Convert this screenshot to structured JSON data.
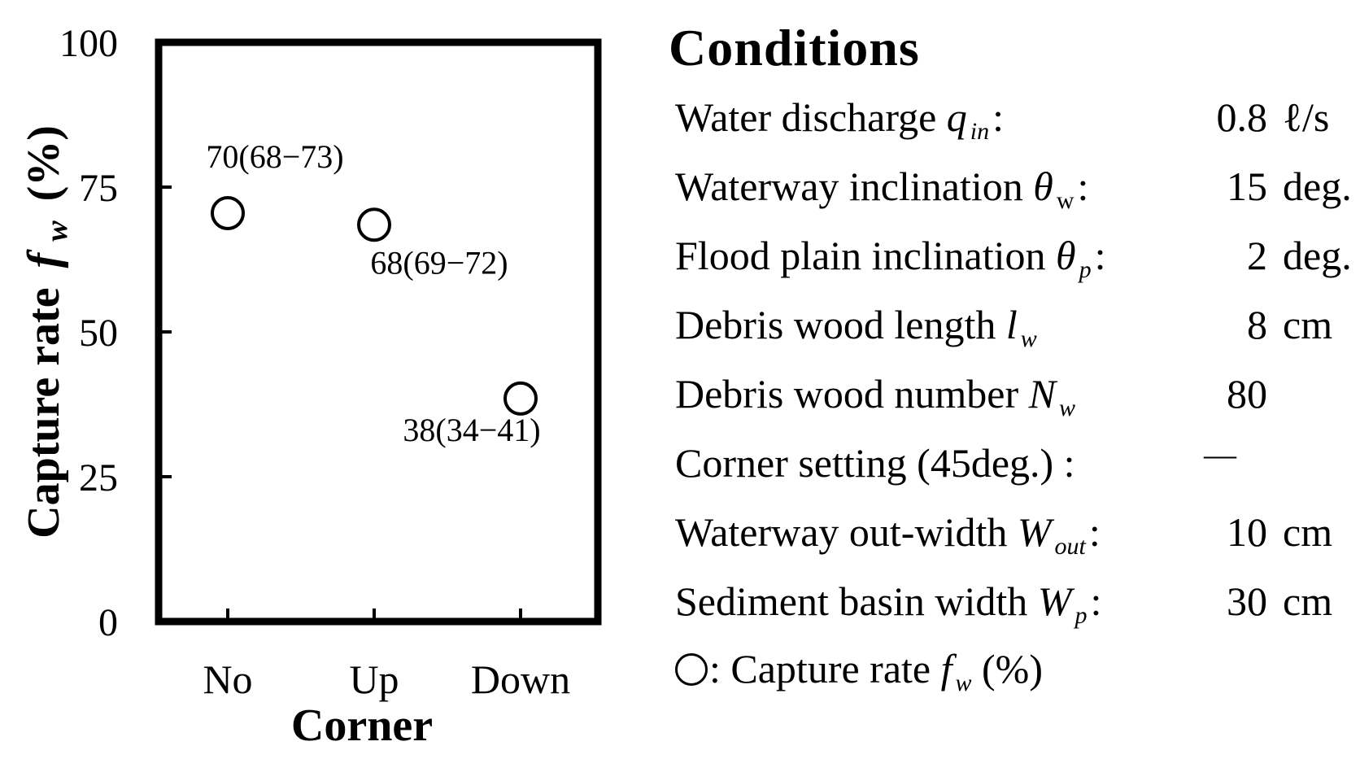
{
  "chart_data": {
    "type": "scatter",
    "categories": [
      "No",
      "Up",
      "Down"
    ],
    "series": [
      {
        "marker": "open-circle",
        "values": [
          70.5,
          68.5,
          38.5
        ]
      }
    ],
    "data_labels": [
      "70(68−73)",
      "68(69−72)",
      "38(34−41)"
    ],
    "xlabel": "Corner",
    "ylabel_main": "Capture rate",
    "ylabel_symbol": "f",
    "ylabel_subscript": "w",
    "ylabel_unit": "(%)",
    "ylim": [
      0,
      100
    ],
    "yticks": [
      0,
      25,
      50,
      75,
      100
    ],
    "grid": false
  },
  "conditions": {
    "title": "Conditions",
    "rows": [
      {
        "label": "Water discharge ",
        "symbol": "q",
        "sub": "in",
        "colon": ":",
        "value": "0.8",
        "unit": "ℓ/s"
      },
      {
        "label": "Waterway inclination ",
        "symbol": "θ",
        "sub": "w",
        "colon": ":",
        "value": "15",
        "unit": "deg."
      },
      {
        "label": "Flood plain inclination ",
        "symbol": "θ",
        "sub": "p",
        "colon": ":",
        "value": "2",
        "unit": "deg."
      },
      {
        "label": "Debris wood length ",
        "symbol": "l",
        "sub": "w",
        "colon": "",
        "value": "8",
        "unit": "cm"
      },
      {
        "label": "Debris wood number ",
        "symbol": "N",
        "sub": "w",
        "colon": "",
        "value": "80",
        "unit": ""
      },
      {
        "label": "Corner setting (45deg.) :",
        "symbol": "",
        "sub": "",
        "colon": "",
        "value": "—",
        "unit": ""
      },
      {
        "label": "Waterway out-width ",
        "symbol": "W",
        "sub": "out",
        "colon": ":",
        "value": "10",
        "unit": "cm"
      },
      {
        "label": "Sediment basin width ",
        "symbol": "W",
        "sub": "p",
        "colon": ":",
        "value": "30",
        "unit": "cm"
      }
    ],
    "legend": {
      "text": ": Capture rate ",
      "symbol": "f",
      "sub": "w",
      "unit": " (%)"
    }
  }
}
